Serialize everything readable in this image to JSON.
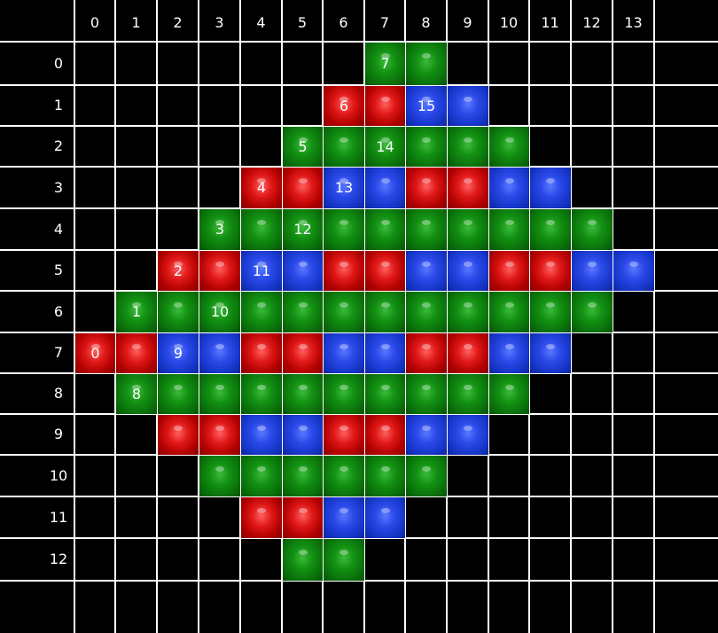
{
  "board": {
    "columns": [
      "0",
      "1",
      "2",
      "3",
      "4",
      "5",
      "6",
      "7",
      "8",
      "9",
      "10",
      "11",
      "12",
      "13"
    ],
    "rows": [
      "0",
      "1",
      "2",
      "3",
      "4",
      "5",
      "6",
      "7",
      "8",
      "9",
      "10",
      "11",
      "12"
    ],
    "colors": {
      "red": "#e01818",
      "green": "#139113",
      "blue": "#2a49e8",
      "background": "#000000",
      "grid": "#ffffff"
    },
    "cells": [
      {
        "row": 0,
        "col": 7,
        "color": "green",
        "label": "7"
      },
      {
        "row": 0,
        "col": 8,
        "color": "green",
        "label": ""
      },
      {
        "row": 1,
        "col": 6,
        "color": "red",
        "label": "6"
      },
      {
        "row": 1,
        "col": 7,
        "color": "red",
        "label": ""
      },
      {
        "row": 1,
        "col": 8,
        "color": "blue",
        "label": "15"
      },
      {
        "row": 1,
        "col": 9,
        "color": "blue",
        "label": ""
      },
      {
        "row": 2,
        "col": 5,
        "color": "green",
        "label": "5"
      },
      {
        "row": 2,
        "col": 6,
        "color": "green",
        "label": ""
      },
      {
        "row": 2,
        "col": 7,
        "color": "green",
        "label": "14"
      },
      {
        "row": 2,
        "col": 8,
        "color": "green",
        "label": ""
      },
      {
        "row": 2,
        "col": 9,
        "color": "green",
        "label": ""
      },
      {
        "row": 2,
        "col": 10,
        "color": "green",
        "label": ""
      },
      {
        "row": 3,
        "col": 4,
        "color": "red",
        "label": "4"
      },
      {
        "row": 3,
        "col": 5,
        "color": "red",
        "label": ""
      },
      {
        "row": 3,
        "col": 6,
        "color": "blue",
        "label": "13"
      },
      {
        "row": 3,
        "col": 7,
        "color": "blue",
        "label": ""
      },
      {
        "row": 3,
        "col": 8,
        "color": "red",
        "label": ""
      },
      {
        "row": 3,
        "col": 9,
        "color": "red",
        "label": ""
      },
      {
        "row": 3,
        "col": 10,
        "color": "blue",
        "label": ""
      },
      {
        "row": 3,
        "col": 11,
        "color": "blue",
        "label": ""
      },
      {
        "row": 4,
        "col": 3,
        "color": "green",
        "label": "3"
      },
      {
        "row": 4,
        "col": 4,
        "color": "green",
        "label": ""
      },
      {
        "row": 4,
        "col": 5,
        "color": "green",
        "label": "12"
      },
      {
        "row": 4,
        "col": 6,
        "color": "green",
        "label": ""
      },
      {
        "row": 4,
        "col": 7,
        "color": "green",
        "label": ""
      },
      {
        "row": 4,
        "col": 8,
        "color": "green",
        "label": ""
      },
      {
        "row": 4,
        "col": 9,
        "color": "green",
        "label": ""
      },
      {
        "row": 4,
        "col": 10,
        "color": "green",
        "label": ""
      },
      {
        "row": 4,
        "col": 11,
        "color": "green",
        "label": ""
      },
      {
        "row": 4,
        "col": 12,
        "color": "green",
        "label": ""
      },
      {
        "row": 5,
        "col": 2,
        "color": "red",
        "label": "2"
      },
      {
        "row": 5,
        "col": 3,
        "color": "red",
        "label": ""
      },
      {
        "row": 5,
        "col": 4,
        "color": "blue",
        "label": "11"
      },
      {
        "row": 5,
        "col": 5,
        "color": "blue",
        "label": ""
      },
      {
        "row": 5,
        "col": 6,
        "color": "red",
        "label": ""
      },
      {
        "row": 5,
        "col": 7,
        "color": "red",
        "label": ""
      },
      {
        "row": 5,
        "col": 8,
        "color": "blue",
        "label": ""
      },
      {
        "row": 5,
        "col": 9,
        "color": "blue",
        "label": ""
      },
      {
        "row": 5,
        "col": 10,
        "color": "red",
        "label": ""
      },
      {
        "row": 5,
        "col": 11,
        "color": "red",
        "label": ""
      },
      {
        "row": 5,
        "col": 12,
        "color": "blue",
        "label": ""
      },
      {
        "row": 5,
        "col": 13,
        "color": "blue",
        "label": ""
      },
      {
        "row": 6,
        "col": 1,
        "color": "green",
        "label": "1"
      },
      {
        "row": 6,
        "col": 2,
        "color": "green",
        "label": ""
      },
      {
        "row": 6,
        "col": 3,
        "color": "green",
        "label": "10"
      },
      {
        "row": 6,
        "col": 4,
        "color": "green",
        "label": ""
      },
      {
        "row": 6,
        "col": 5,
        "color": "green",
        "label": ""
      },
      {
        "row": 6,
        "col": 6,
        "color": "green",
        "label": ""
      },
      {
        "row": 6,
        "col": 7,
        "color": "green",
        "label": ""
      },
      {
        "row": 6,
        "col": 8,
        "color": "green",
        "label": ""
      },
      {
        "row": 6,
        "col": 9,
        "color": "green",
        "label": ""
      },
      {
        "row": 6,
        "col": 10,
        "color": "green",
        "label": ""
      },
      {
        "row": 6,
        "col": 11,
        "color": "green",
        "label": ""
      },
      {
        "row": 6,
        "col": 12,
        "color": "green",
        "label": ""
      },
      {
        "row": 7,
        "col": 0,
        "color": "red",
        "label": "0"
      },
      {
        "row": 7,
        "col": 1,
        "color": "red",
        "label": ""
      },
      {
        "row": 7,
        "col": 2,
        "color": "blue",
        "label": "9"
      },
      {
        "row": 7,
        "col": 3,
        "color": "blue",
        "label": ""
      },
      {
        "row": 7,
        "col": 4,
        "color": "red",
        "label": ""
      },
      {
        "row": 7,
        "col": 5,
        "color": "red",
        "label": ""
      },
      {
        "row": 7,
        "col": 6,
        "color": "blue",
        "label": ""
      },
      {
        "row": 7,
        "col": 7,
        "color": "blue",
        "label": ""
      },
      {
        "row": 7,
        "col": 8,
        "color": "red",
        "label": ""
      },
      {
        "row": 7,
        "col": 9,
        "color": "red",
        "label": ""
      },
      {
        "row": 7,
        "col": 10,
        "color": "blue",
        "label": ""
      },
      {
        "row": 7,
        "col": 11,
        "color": "blue",
        "label": ""
      },
      {
        "row": 8,
        "col": 1,
        "color": "green",
        "label": "8"
      },
      {
        "row": 8,
        "col": 2,
        "color": "green",
        "label": ""
      },
      {
        "row": 8,
        "col": 3,
        "color": "green",
        "label": ""
      },
      {
        "row": 8,
        "col": 4,
        "color": "green",
        "label": ""
      },
      {
        "row": 8,
        "col": 5,
        "color": "green",
        "label": ""
      },
      {
        "row": 8,
        "col": 6,
        "color": "green",
        "label": ""
      },
      {
        "row": 8,
        "col": 7,
        "color": "green",
        "label": ""
      },
      {
        "row": 8,
        "col": 8,
        "color": "green",
        "label": ""
      },
      {
        "row": 8,
        "col": 9,
        "color": "green",
        "label": ""
      },
      {
        "row": 8,
        "col": 10,
        "color": "green",
        "label": ""
      },
      {
        "row": 9,
        "col": 2,
        "color": "red",
        "label": ""
      },
      {
        "row": 9,
        "col": 3,
        "color": "red",
        "label": ""
      },
      {
        "row": 9,
        "col": 4,
        "color": "blue",
        "label": ""
      },
      {
        "row": 9,
        "col": 5,
        "color": "blue",
        "label": ""
      },
      {
        "row": 9,
        "col": 6,
        "color": "red",
        "label": ""
      },
      {
        "row": 9,
        "col": 7,
        "color": "red",
        "label": ""
      },
      {
        "row": 9,
        "col": 8,
        "color": "blue",
        "label": ""
      },
      {
        "row": 9,
        "col": 9,
        "color": "blue",
        "label": ""
      },
      {
        "row": 10,
        "col": 3,
        "color": "green",
        "label": ""
      },
      {
        "row": 10,
        "col": 4,
        "color": "green",
        "label": ""
      },
      {
        "row": 10,
        "col": 5,
        "color": "green",
        "label": ""
      },
      {
        "row": 10,
        "col": 6,
        "color": "green",
        "label": ""
      },
      {
        "row": 10,
        "col": 7,
        "color": "green",
        "label": ""
      },
      {
        "row": 10,
        "col": 8,
        "color": "green",
        "label": ""
      },
      {
        "row": 11,
        "col": 4,
        "color": "red",
        "label": ""
      },
      {
        "row": 11,
        "col": 5,
        "color": "red",
        "label": ""
      },
      {
        "row": 11,
        "col": 6,
        "color": "blue",
        "label": ""
      },
      {
        "row": 11,
        "col": 7,
        "color": "blue",
        "label": ""
      },
      {
        "row": 12,
        "col": 5,
        "color": "green",
        "label": ""
      },
      {
        "row": 12,
        "col": 6,
        "color": "green",
        "label": ""
      }
    ]
  }
}
